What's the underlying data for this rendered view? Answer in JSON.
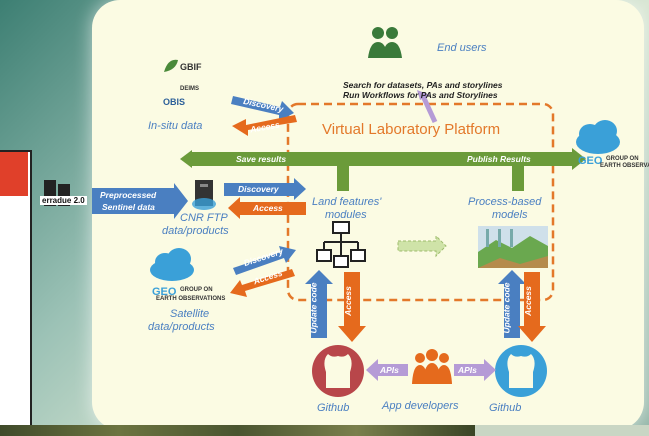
{
  "diagram": {
    "end_users": "End users",
    "search_line1": "Search for datasets, PAs and storylines",
    "search_line2": "Run Workflows for PAs and Storylines",
    "vlp_title": "Virtual Laboratory Platform",
    "insitu_label": "In-situ data",
    "discovery": "Discovery",
    "access": "Access",
    "save_results": "Save results",
    "publish_results": "Publish Results",
    "preprocessed_line1": "Preprocessed",
    "preprocessed_line2": "Sentinel data",
    "cnr_line1": "CNR FTP",
    "cnr_line2": "data/products",
    "land_line1": "Land features'",
    "land_line2": "modules",
    "process_line1": "Process-based",
    "process_line2": "models",
    "satellite_line1": "Satellite",
    "satellite_line2": "data/products",
    "update_code": "Update code",
    "apis": "APIs",
    "github": "Github",
    "app_developers": "App developers",
    "gbif": "GBIF",
    "deims": "DEIMS",
    "obis": "OBIS",
    "geo_group": "GROUP ON",
    "geo_earth": "EARTH OBSERVATIONS",
    "terradue": "erradue 2.0"
  },
  "colors": {
    "blue": "#4a7fc1",
    "orange": "#e56a1d",
    "green": "#6b9b3a",
    "dashed_orange": "#e3782a"
  },
  "icons": [
    "users-icon",
    "cloud-icon",
    "server-icon",
    "flowchart-icon",
    "github-icon",
    "people-icon",
    "landscape-model-icon"
  ]
}
